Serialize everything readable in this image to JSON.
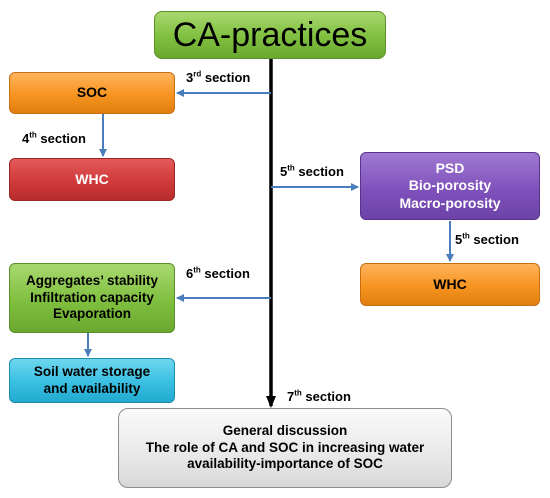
{
  "title": "CA-practices",
  "boxes": {
    "soc": "SOC",
    "whc_left": "WHC",
    "psd": [
      "PSD",
      "Bio-porosity",
      "Macro-porosity"
    ],
    "whc_right": "WHC",
    "aggregates": [
      "Aggregates’ stability",
      "Infiltration capacity",
      "Evaporation"
    ],
    "soil_water": [
      "Soil water storage",
      "and availability"
    ],
    "discussion": [
      "General discussion",
      "The role of CA and SOC in increasing water",
      "availability-importance of SOC"
    ]
  },
  "sections": {
    "s3": {
      "num": "3",
      "sup": "rd",
      "word": " section"
    },
    "s4": {
      "num": "4",
      "sup": "th",
      "word": " section"
    },
    "s5a": {
      "num": "5",
      "sup": "th",
      "word": " section"
    },
    "s5b": {
      "num": "5",
      "sup": "th",
      "word": " section"
    },
    "s6": {
      "num": "6",
      "sup": "th",
      "word": " section"
    },
    "s7": {
      "num": "7",
      "sup": "th",
      "word": " section"
    }
  },
  "colors": {
    "arrow_blue": "#4a7ebb",
    "main_line": "#000000",
    "green": "#7fbf3f",
    "orange": "#f79420",
    "red": "#cf3a3b",
    "purple": "#7f52bb",
    "cyan": "#38bfe2",
    "gray": "#e8e8e8"
  }
}
